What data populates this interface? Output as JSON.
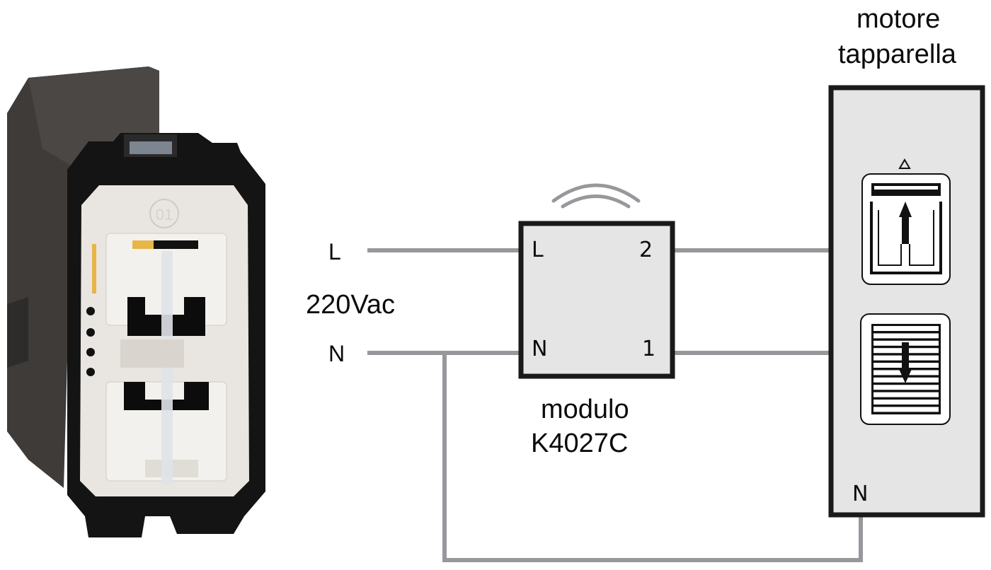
{
  "supply": {
    "line_label": "L",
    "neutral_label": "N",
    "voltage_label": "220Vac"
  },
  "module": {
    "name_line1": "modulo",
    "name_line2": "K4027C",
    "terminals": {
      "L": "L",
      "N": "N",
      "out2": "2",
      "out1": "1"
    },
    "wireless_icon": "wireless-signal-icon"
  },
  "motor": {
    "title_line1": "motore",
    "title_line2": "tapparella",
    "neutral_label": "N",
    "up_icon": "shutter-up-icon",
    "down_icon": "shutter-down-icon",
    "up_indicator": "triangle-up-icon"
  },
  "device_photo": {
    "badge": "01",
    "description": "device-photo"
  },
  "colors": {
    "wire": "#98989c",
    "box_fill": "#e5e5e5",
    "box_border": "#1a1a1a",
    "text": "#0b0b0b",
    "device_body": "#3a3735",
    "device_front": "#e9e6e1",
    "led_amber": "#e8b548"
  }
}
